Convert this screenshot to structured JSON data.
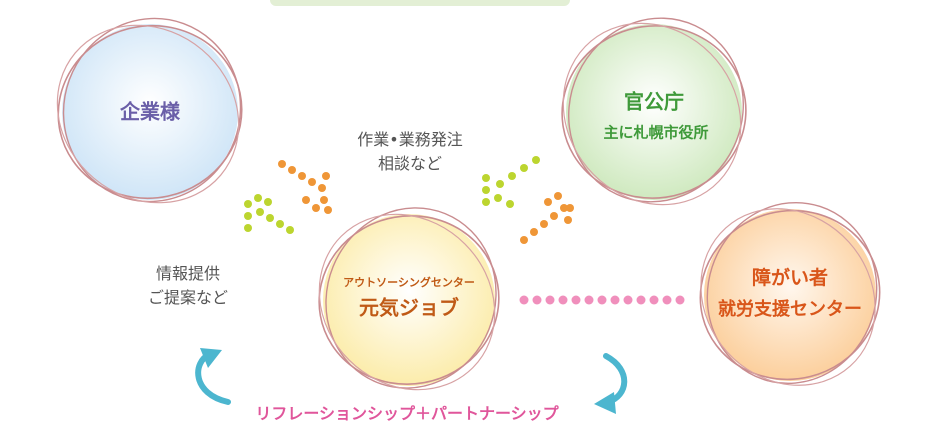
{
  "nodes": {
    "company": {
      "label": "企業様"
    },
    "government": {
      "title": "官公庁",
      "subtitle": "主に札幌市役所"
    },
    "center": {
      "subtitle": "アウトソーシングセンター",
      "title": "元気ジョブ"
    },
    "support": {
      "line1": "障がい者",
      "line2": "就労支援センター"
    }
  },
  "captions": {
    "order": {
      "line1": "作業•業務発注",
      "line2": "相談など"
    },
    "info": {
      "line1": "情報提供",
      "line2": "ご提案など"
    }
  },
  "bottom_label": "リフレーションシップ＋パートナーシップ",
  "colors": {
    "company_fill": "#d6eaf8",
    "government_fill": "#d7eecb",
    "center_fill": "#fdf3c6",
    "support_fill": "#fddcb8",
    "orange_dots": "#ef9637",
    "green_dots": "#bcd52f",
    "pink_dots": "#f08fbc",
    "cyan_arrows": "#4cb6cf",
    "ring": "#c98c8f"
  }
}
